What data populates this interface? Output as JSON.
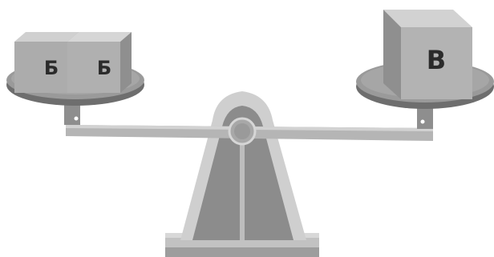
{
  "scale": {
    "left_pan": {
      "boxes": [
        {
          "label": "Б"
        },
        {
          "label": "Б"
        }
      ]
    },
    "right_pan": {
      "boxes": [
        {
          "label": "В"
        }
      ]
    }
  },
  "colors": {
    "watermark": "#d0021b",
    "stand_light": "#c9c9c9",
    "stand_dark": "#8a8a8a",
    "box_front": "#a9a9a9",
    "box_top": "#cfcfcf",
    "box_side": "#8e8e8e",
    "pan_top": "#9a9a9a",
    "pan_rim": "#6e6e6e"
  }
}
